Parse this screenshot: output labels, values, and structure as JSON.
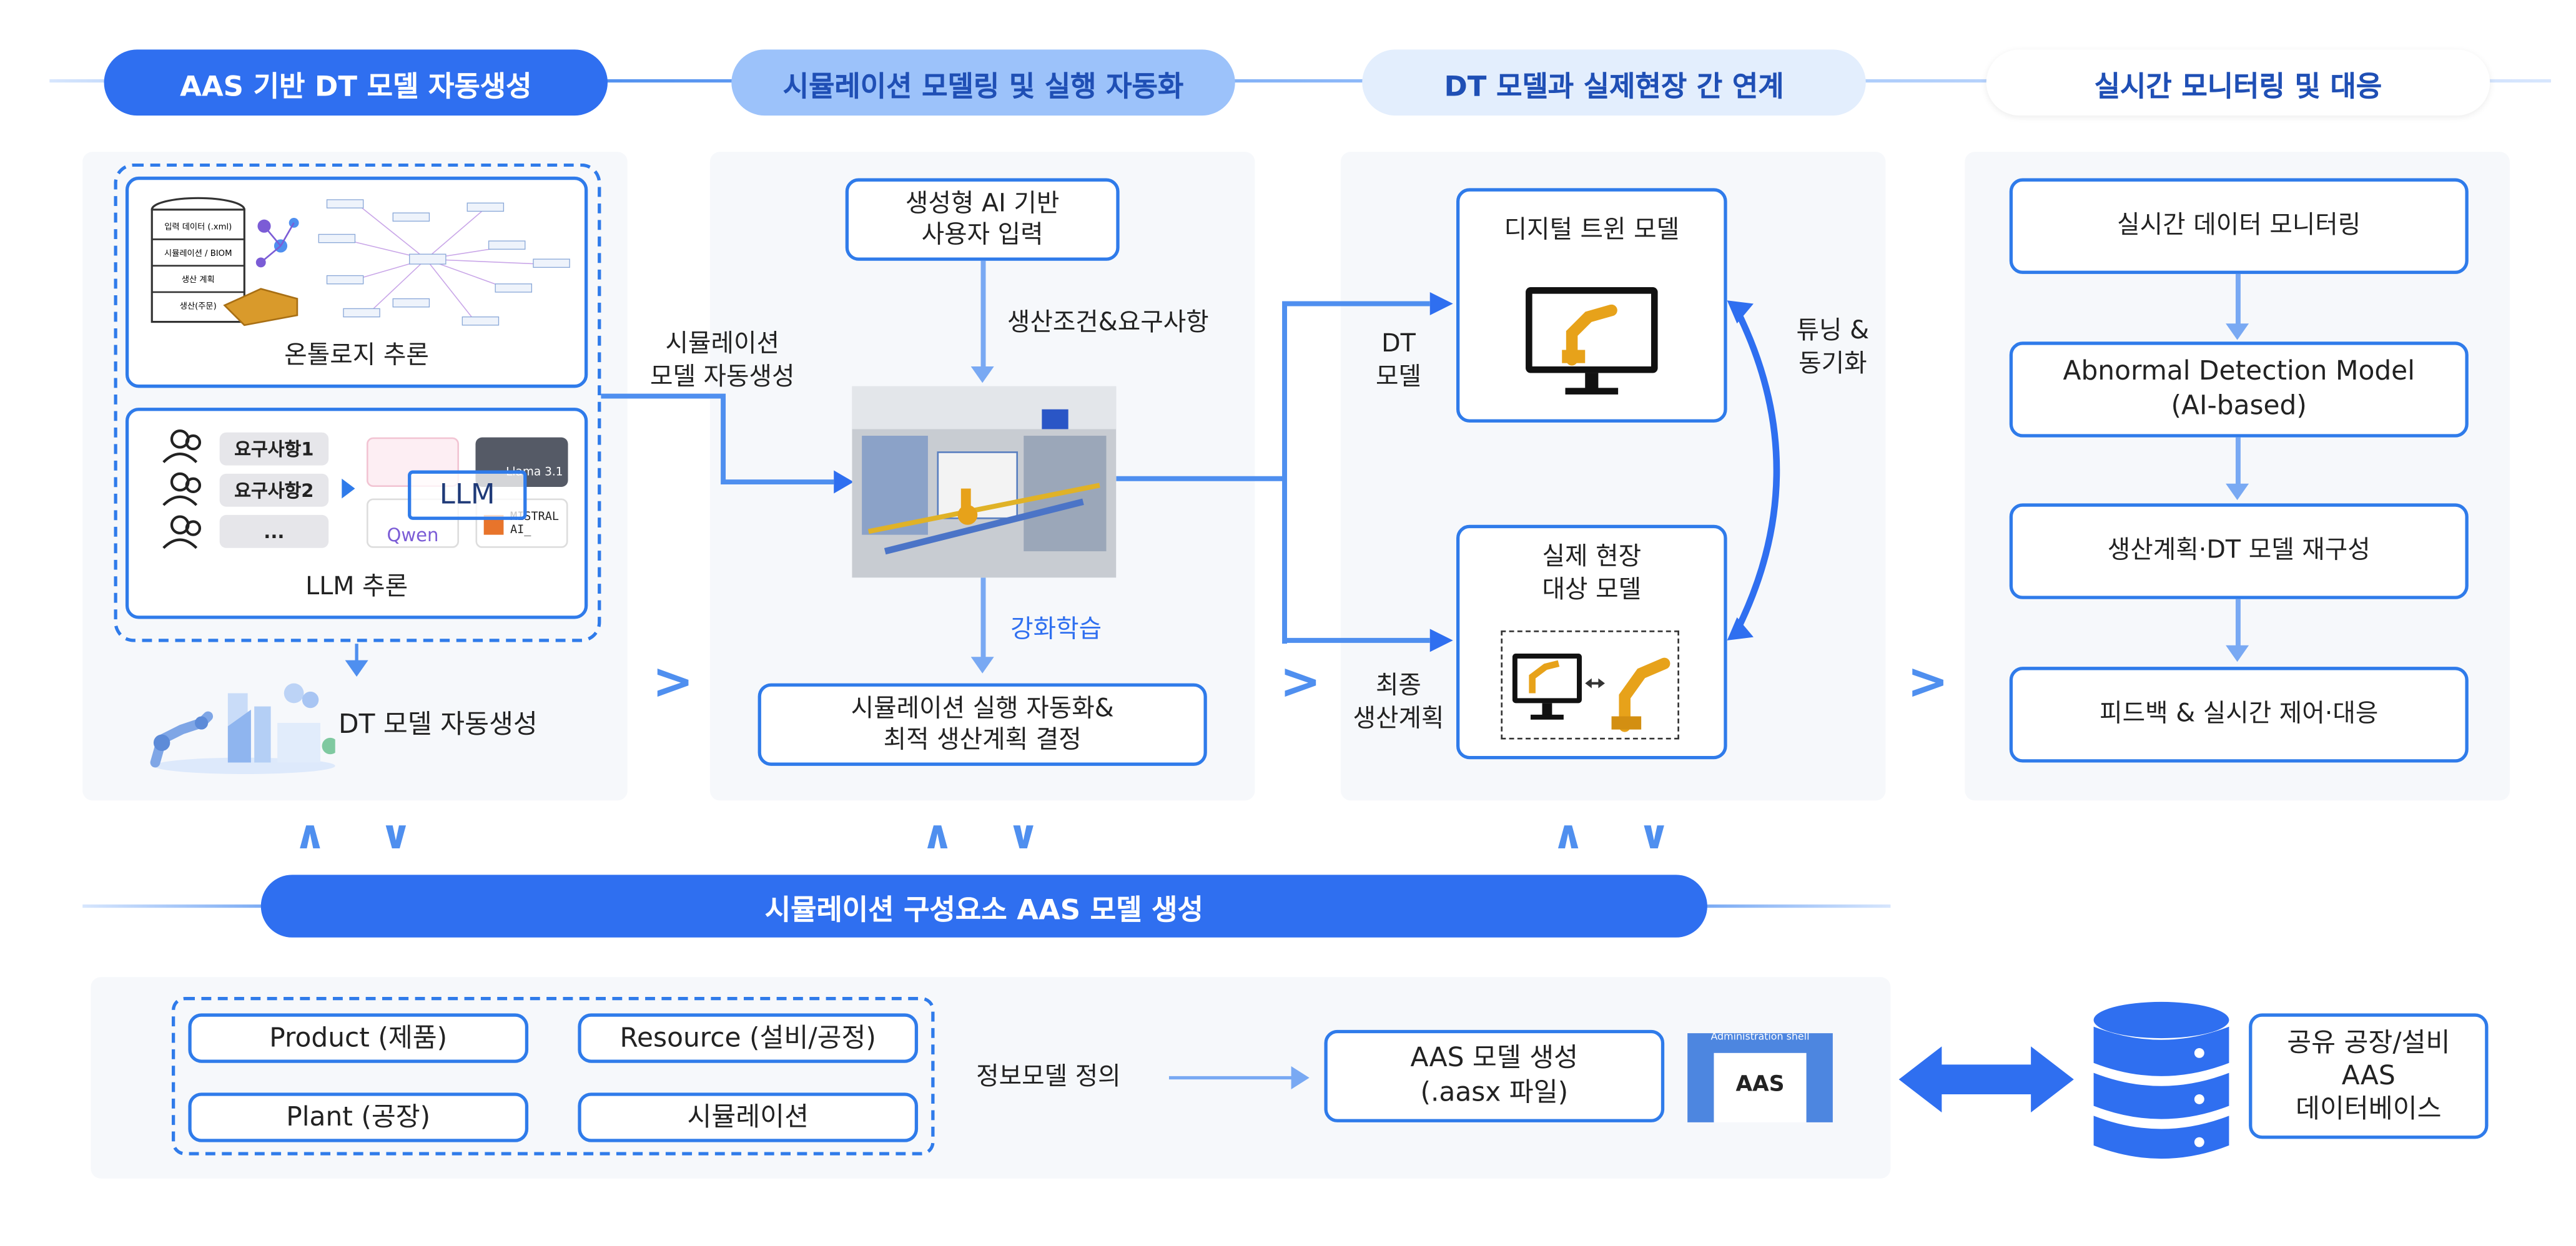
{
  "stages": {
    "s1": "AAS 기반 DT 모델 자동생성",
    "s2": "시뮬레이션 모델링 및 실행 자동화",
    "s3": "DT 모델과 실제현장 간 연계",
    "s4": "실시간 모니터링 및 대응"
  },
  "panel1": {
    "ontology": "온톨로지 추론",
    "db_labels": [
      "입력 데이터 (.xml)",
      "시뮬레이션 / BIOM",
      "생산 계획",
      "생산(주문)"
    ],
    "requirements": [
      "요구사항1",
      "요구사항2",
      "..."
    ],
    "llm_center": "LLM",
    "llm_models": [
      "Qwen",
      "Llama 3.1",
      "MISTRAL AI_"
    ],
    "llm": "LLM 추론",
    "dt_auto": "DT 모델 자동생성"
  },
  "arrow_label_1": "시뮬레이션\n모델  자동생성",
  "panel2": {
    "ai_input": "생성형 AI 기반\n사용자 입력",
    "conditions": "생산조건&요구사항",
    "rl": "강화학습",
    "sim_exec": "시뮬레이션 실행 자동화&\n최적 생산계획 결정"
  },
  "panel3": {
    "dt_label": "DT\n모델",
    "final_plan": "최종\n생산계획",
    "digital_twin": "디지털 트윈 모델",
    "real_site": "실제 현장\n대상 모델",
    "tuning": "튜닝 &\n동기화"
  },
  "panel4": {
    "monitor": "실시간 데이터 모니터링",
    "abnormal": "Abnormal Detection Model\n(AI-based)",
    "reconfig": "생산계획·DT 모델 재구성",
    "feedback": "피드백 & 실시간 제어·대응"
  },
  "aas_bar": "시뮬레이션 구성요소 AAS 모델 생성",
  "bottom": {
    "product": "Product (제품)",
    "resource": "Resource (설비/공정)",
    "plant": "Plant (공장)",
    "simulation": "시뮬레이션",
    "info_model": "정보모델 정의",
    "aas_gen": "AAS 모델 생성\n(.aasx 파일)",
    "admin_shell": "Administration shell",
    "aas_label": "AAS",
    "shared_db": "공유 공장/설비\nAAS\n데이터베이스"
  },
  "chevrons": [
    ">",
    ">",
    ">"
  ],
  "updown": [
    "∧",
    "∨"
  ],
  "colors": {
    "primary": "#2f6ff0",
    "mid": "#9cc2fa",
    "light": "#e3eefd",
    "box_border": "#2f7bea",
    "arrow": "#4f8fef"
  }
}
